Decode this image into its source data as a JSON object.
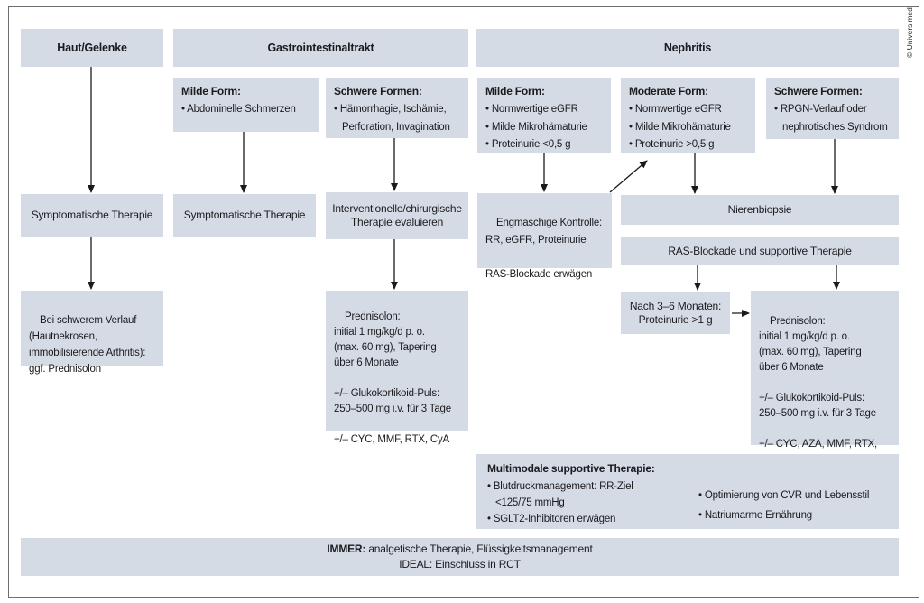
{
  "copyright": "© Universimed",
  "colors": {
    "box_fill": "#d5dbe5",
    "frame_border": "#6e6e6e",
    "text": "#1b1b1e",
    "arrow": "#1a1a1a"
  },
  "headers": {
    "skin": "Haut/Gelenke",
    "gi": "Gastrointestinaltrakt",
    "nephritis": "Nephritis"
  },
  "boxes": {
    "gi_mild": {
      "title": "Milde Form:",
      "body": "• Abdominelle Schmerzen"
    },
    "gi_severe": {
      "title": "Schwere Formen:",
      "body": "• Hämorrhagie, Ischämie,\n   Perforation, Invagination"
    },
    "neph_mild": {
      "title": "Milde Form:",
      "body": "• Normwertige eGFR\n• Milde Mikrohämaturie\n• Proteinurie <0,5 g"
    },
    "neph_moderate": {
      "title": "Moderate Form:",
      "body": "• Normwertige eGFR\n• Milde Mikrohämaturie\n• Proteinurie >0,5 g"
    },
    "neph_severe": {
      "title": "Schwere Formen:",
      "body": "• RPGN-Verlauf oder\n   nephrotisches Syndrom"
    },
    "skin_therapy": "Symptomatische Therapie",
    "gi_mild_therapy": "Symptomatische Therapie",
    "gi_severe_therapy": "Interventionelle/chirurgische\nTherapie evaluieren",
    "neph_mild_control": "Engmaschige Kontrolle:\nRR, eGFR, Proteinurie\n\nRAS-Blockade erwägen",
    "biopsy": "Nierenbiopsie",
    "ras_supportive": "RAS-Blockade und supportive Therapie",
    "skin_severe": "Bei schwerem Verlauf\n(Hautnekrosen,\nimmobilisierende Arthritis):\nggf. Prednisolon",
    "gi_prednisolon": "Prednisolon:\ninitial 1 mg/kg/d p. o.\n(max. 60 mg), Tapering\nüber 6 Monate\n\n+/– Glukokortikoid-Puls:\n250–500 mg i.v. für 3 Tage\n\n+/– CYC, MMF, RTX, CyA",
    "after_months": "Nach 3–6 Monaten:\nProteinurie >1 g",
    "neph_prednisolon": "Prednisolon:\ninitial 1 mg/kg/d p. o.\n(max. 60 mg), Tapering\nüber 6 Monate\n\n+/– Glukokortikoid-Puls:\n250–500 mg i.v. für 3 Tage\n\n+/– CYC, AZA, MMF, RTX, CyA",
    "multimodal": {
      "title": "Multimodale supportive Therapie:",
      "left": "• Blutdruckmanagement: RR-Ziel\n   <125/75 mmHg\n• SGLT2-Inhibitoren erwägen",
      "right": "• Optimierung von CVR und Lebensstil\n• Natriumarme Ernährung"
    },
    "always": {
      "bold": "IMMER:",
      "rest": " analgetische Therapie, Flüssigkeitsmanagement",
      "line2": "IDEAL: Einschluss in RCT"
    }
  }
}
